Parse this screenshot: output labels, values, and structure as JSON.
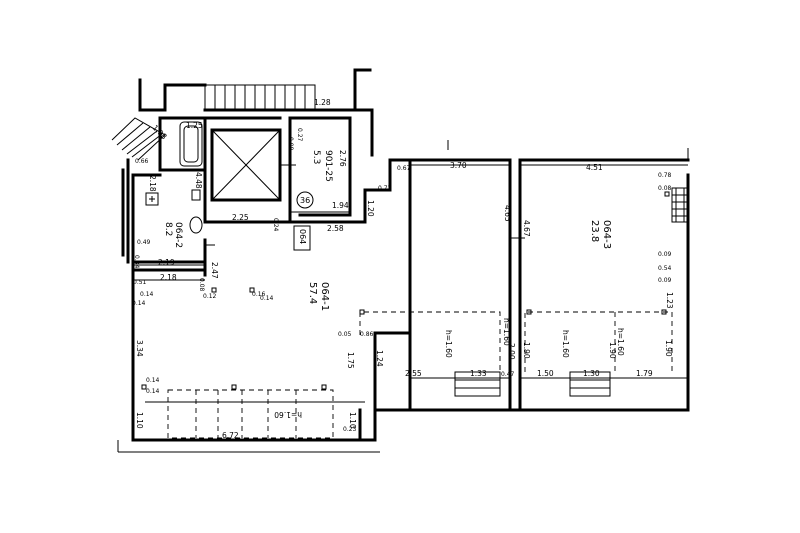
{
  "rooms": {
    "main": {
      "number": "064-1",
      "area": "57.4"
    },
    "bath": {
      "number": "064-2",
      "area": "8.2"
    },
    "right": {
      "number": "064-3",
      "area": "23.8"
    },
    "small": {
      "number": "901-25",
      "area": "5.3"
    }
  },
  "badges": {
    "circle": "36",
    "box": "064"
  },
  "heights": {
    "h1": "h=1.60",
    "h2": "h=1.60",
    "h3": "h=1.60",
    "h4": "h=1.60",
    "h5": "h=1.60"
  },
  "dims": {
    "d128": "1.28",
    "d125": "1.25",
    "d276": "2.76",
    "d027": "0.27",
    "d008": "0.08",
    "d194": "1.94",
    "d258": "2.58",
    "d120": "1.20",
    "d073": "0.73",
    "d067": "0.67",
    "d370": "3.70",
    "d451": "4.51",
    "d465": "4.65",
    "d467": "4.67",
    "d078": "0.78",
    "d008b": "0.08",
    "d009": "0.09",
    "d054": "0.54",
    "d009b": "0.09",
    "d123": "1.23",
    "d190a": "1.90",
    "d190b": "1.90",
    "d190c": "1.90",
    "d200": "2.00",
    "d255": "2.55",
    "d133": "1.33",
    "d047": "0.47",
    "d150": "1.50",
    "d130": "1.30",
    "d179": "1.79",
    "d175": "1.75",
    "d124": "1.24",
    "d086": "0.86",
    "d005": "0.05",
    "d110a": "1.10",
    "d672": "6.72",
    "d110b": "1.10",
    "d023": "0.23",
    "d334": "3.34",
    "d014a": "0.14",
    "d014b": "0.14",
    "d014c": "0.14",
    "d014d": "0.14",
    "d014e": "0.14",
    "d051": "0.51",
    "d218": "2.18",
    "d219": "2.19",
    "d218b": "2.18",
    "d247": "2.47",
    "d225": "2.25",
    "d024": "0.24",
    "d012": "0.12",
    "d008c": "0.08",
    "d049": "0.49",
    "d034": "0.34",
    "d066": "0.66",
    "d448": "4.48",
    "d108": "1.08",
    "d16": "0.16"
  }
}
